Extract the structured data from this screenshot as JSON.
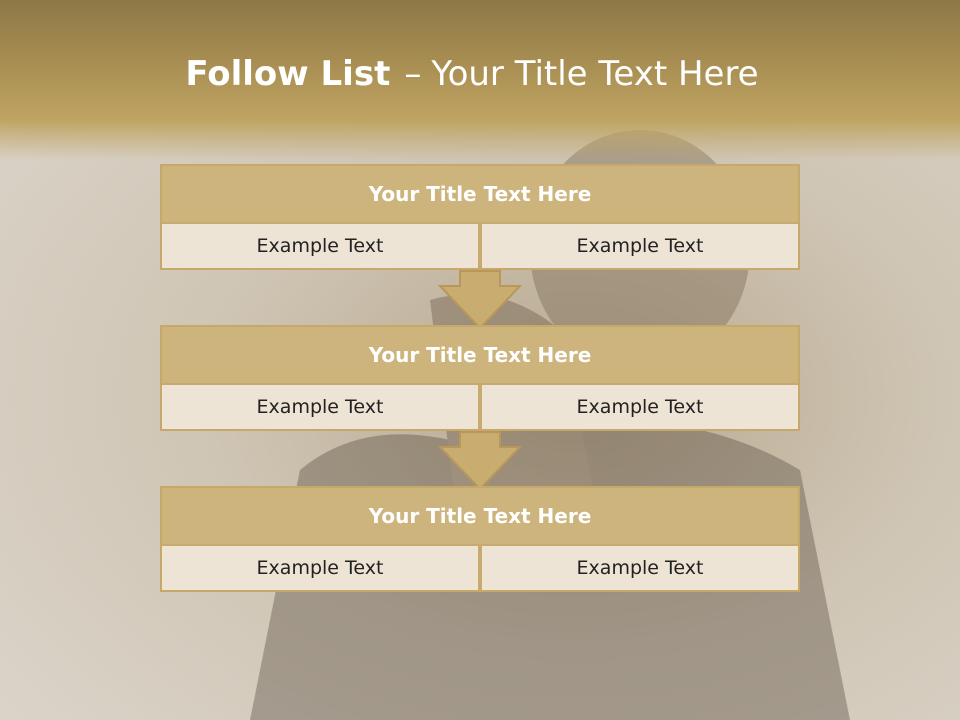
{
  "slide": {
    "title_bold": "Follow List",
    "title_dash": "–",
    "title_rest": "Your Title Text Here"
  },
  "blocks": [
    {
      "title": "Your Title Text Here",
      "left": "Example Text",
      "right": "Example Text"
    },
    {
      "title": "Your Title Text Here",
      "left": "Example Text",
      "right": "Example Text"
    },
    {
      "title": "Your Title Text Here",
      "left": "Example Text",
      "right": "Example Text"
    }
  ],
  "colors": {
    "header": "#a88e52",
    "block_head": "#cdb47d",
    "cell_bg": "#ede4d5",
    "border": "#c5a86a",
    "arrow": "#c9ad70"
  },
  "icons": {
    "connector": "down-arrow-icon"
  }
}
